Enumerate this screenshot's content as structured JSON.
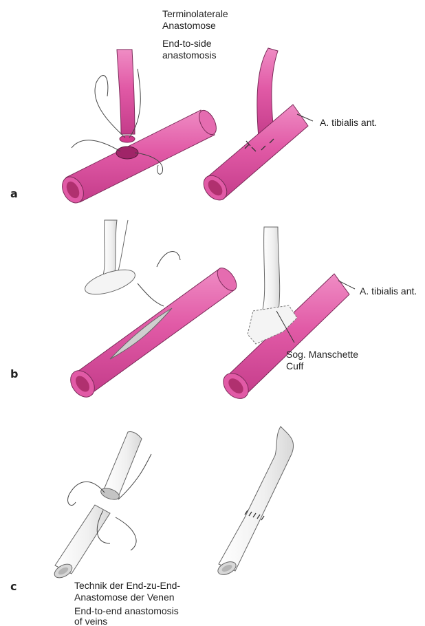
{
  "colors": {
    "artery": "#e15aa6",
    "artery_dark": "#b02f78",
    "artery_lumen": "#d33b8e",
    "vein": "#f2f2f2",
    "vein_lumen": "#c4c4c4",
    "outline": "#555555"
  },
  "panels": {
    "a": {
      "letter": "a",
      "caption_de_1": "Terminolaterale",
      "caption_de_2": "Anastomose",
      "caption_en_1": "End-to-side",
      "caption_en_2": "anastomosis",
      "artery_label": "A. tibialis ant."
    },
    "b": {
      "letter": "b",
      "artery_label": "A. tibialis ant.",
      "cuff_de": "Sog. Manschette",
      "cuff_en": "Cuff"
    },
    "c": {
      "letter": "c",
      "caption_de_1": "Technik der End-zu-End-",
      "caption_de_2": "Anastomose der Venen",
      "caption_en_1": "End-to-end anastomosis",
      "caption_en_2": "of veins"
    }
  }
}
